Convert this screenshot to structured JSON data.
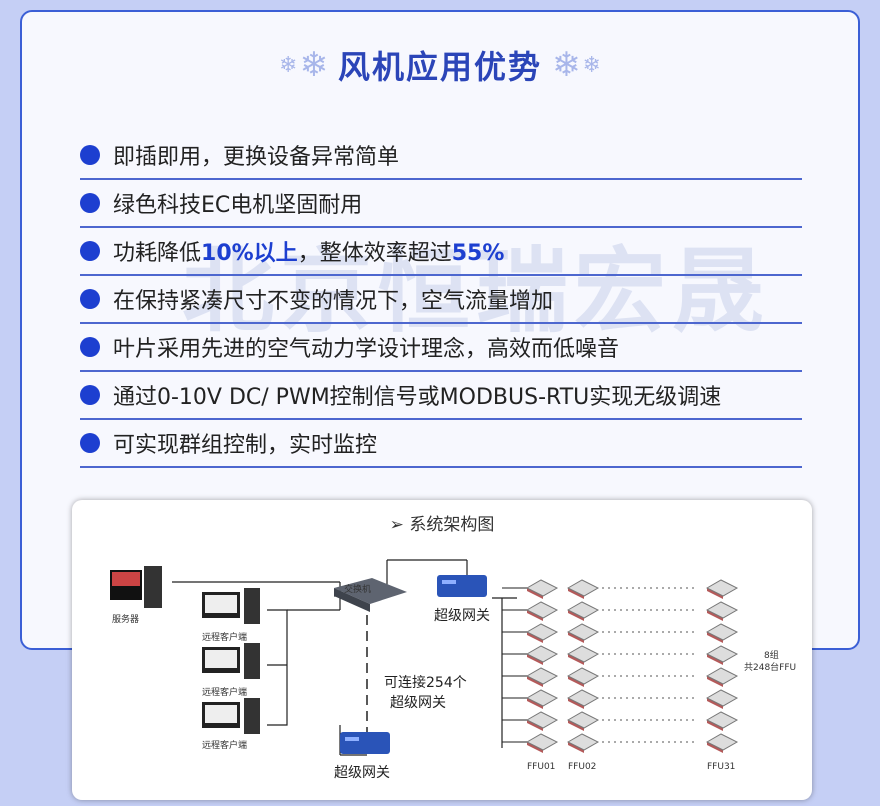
{
  "title": "风机应用优势",
  "watermark": "北京恒瑞宏晟",
  "features": [
    {
      "parts": [
        {
          "text": "即插即用，更换设备异常简单",
          "hl": false
        }
      ]
    },
    {
      "parts": [
        {
          "text": "绿色科技EC电机坚固耐用",
          "hl": false
        }
      ]
    },
    {
      "parts": [
        {
          "text": "功耗降低",
          "hl": false
        },
        {
          "text": "10%以上",
          "hl": true
        },
        {
          "text": "，整体效率超过",
          "hl": false
        },
        {
          "text": "55%",
          "hl": true
        }
      ]
    },
    {
      "parts": [
        {
          "text": "在保持紧凑尺寸不变的情况下，空气流量增加",
          "hl": false
        }
      ]
    },
    {
      "parts": [
        {
          "text": "叶片采用先进的空气动力学设计理念，高效而低噪音",
          "hl": false
        }
      ]
    },
    {
      "parts": [
        {
          "text": "通过0-10V DC/ PWM控制信号或MODBUS-RTU实现无级调速",
          "hl": false
        }
      ]
    },
    {
      "parts": [
        {
          "text": "可实现群组控制，实时监控",
          "hl": false
        }
      ]
    }
  ],
  "diagram": {
    "title": "➢ 系统架构图",
    "server_label": "服务器",
    "client_label": "远程客户端",
    "switch_label": "交换机",
    "gateway_label": "超级网关",
    "gateway_bottom_label": "超级网关",
    "connect_note_line1": "可连接254个",
    "connect_note_line2": "超级网关",
    "group_note_line1": "8组",
    "group_note_line2": "共248台FFU",
    "ffu_labels": [
      "FFU01",
      "FFU02",
      "FFU31"
    ],
    "ffu_rows": 8
  },
  "colors": {
    "accent": "#1d3fd0",
    "title": "#2b45b8",
    "border": "#3b5fd6",
    "background": "#c5cff5"
  }
}
